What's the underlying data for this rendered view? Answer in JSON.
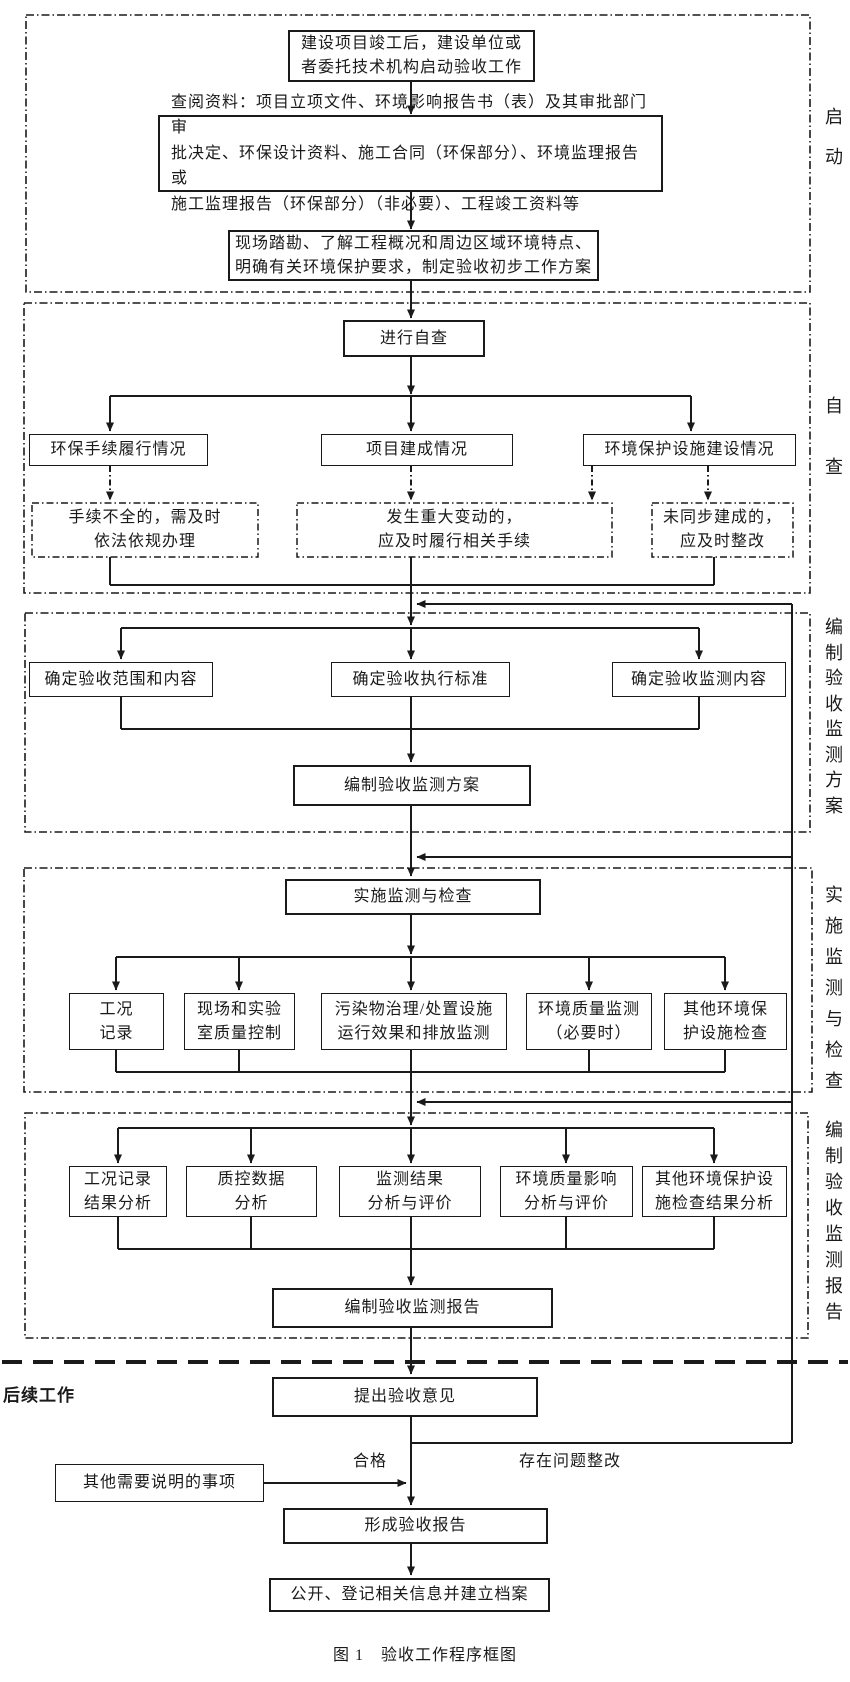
{
  "figure": {
    "caption": "图 1　验收工作程序框图"
  },
  "stages": [
    "启动",
    "自查",
    "编制验收监测方案",
    "实施监测与检查",
    "编制验收监测报告"
  ],
  "labels": {
    "post_work": "后续工作",
    "pass": "合格",
    "rework": "存在问题整改"
  },
  "nodes": {
    "start": [
      "建设项目竣工后，建设单位或",
      "者委托技术机构启动验收工作"
    ],
    "review": [
      "查阅资料：项目立项文件、环境影响报告书（表）及其审批部门审",
      "批决定、环保设计资料、施工合同（环保部分）、环境监理报告或",
      "施工监理报告（环保部分）（非必要）、工程竣工资料等"
    ],
    "survey": [
      "现场踏勘、了解工程概况和周边区域环境特点、",
      "明确有关环境保护要求，制定验收初步工作方案"
    ],
    "self_check": "进行自查",
    "proc_status": "环保手续履行情况",
    "build_status": "项目建成情况",
    "facility_status": "环境保护设施建设情况",
    "proc_fix": [
      "手续不全的，需及时",
      "依法依规办理"
    ],
    "major_change": [
      "发生重大变动的，",
      "应及时履行相关手续"
    ],
    "not_sync": [
      "未同步建成的，",
      "应及时整改"
    ],
    "scope": "确定验收范围和内容",
    "standard": "确定验收执行标准",
    "content": "确定验收监测内容",
    "plan": "编制验收监测方案",
    "implement": "实施监测与检查",
    "cond_record": [
      "工况",
      "记录"
    ],
    "site_qc": [
      "现场和实验",
      "室质量控制"
    ],
    "pollutant": [
      "污染物治理/处置设施",
      "运行效果和排放监测"
    ],
    "env_quality": [
      "环境质量监测",
      "（必要时）"
    ],
    "other_facility": [
      "其他环境保",
      "护设施检查"
    ],
    "cond_analysis": [
      "工况记录",
      "结果分析"
    ],
    "qc_analysis": [
      "质控数据",
      "分析"
    ],
    "result_analysis": [
      "监测结果",
      "分析与评价"
    ],
    "impact_analysis": [
      "环境质量影响",
      "分析与评价"
    ],
    "other_analysis": [
      "其他环境保护设",
      "施检查结果分析"
    ],
    "report": "编制验收监测报告",
    "opinion": "提出验收意见",
    "other_matters": "其他需要说明的事项",
    "final_report": "形成验收报告",
    "archive": "公开、登记相关信息并建立档案"
  }
}
